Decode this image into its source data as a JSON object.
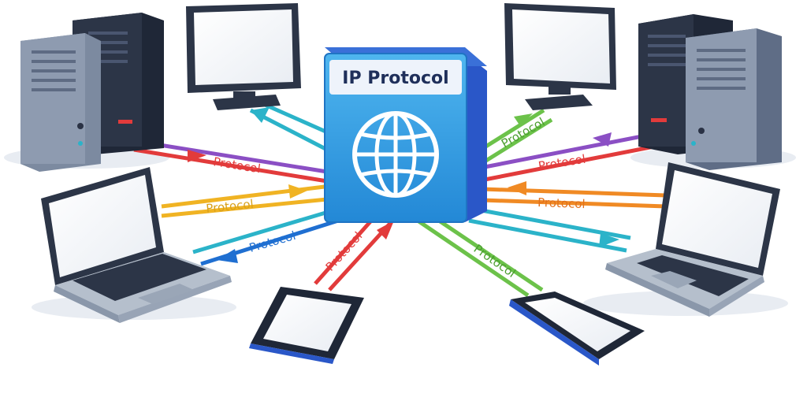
{
  "hub": {
    "title": "IP Protocol",
    "icon": "globe-icon"
  },
  "connections": [
    {
      "id": "server-left",
      "label": "Protocol",
      "color": "#e23b3b"
    },
    {
      "id": "server-left-2",
      "label": "",
      "color": "#8b4fc4"
    },
    {
      "id": "laptop-left",
      "label": "Protocol",
      "color": "#f0b323"
    },
    {
      "id": "laptop-left-2",
      "label": "Protocol",
      "color": "#1f6fd1"
    },
    {
      "id": "phone-left",
      "label": "Protocol",
      "color": "#e23b3b"
    },
    {
      "id": "phone-right",
      "label": "Protocol",
      "color": "#6cc24a"
    },
    {
      "id": "monitor-right",
      "label": "Protocol",
      "color": "#6cc24a"
    },
    {
      "id": "server-right",
      "label": "Protocol",
      "color": "#e23b3b"
    },
    {
      "id": "laptop-right",
      "label": "Protocol",
      "color": "#f08a24"
    },
    {
      "id": "laptop-right-2",
      "label": "",
      "color": "#2bb3c9"
    }
  ],
  "colors": {
    "hub_face": "#2f9fe0",
    "hub_side": "#2a57c8",
    "device_dark": "#2c3547",
    "device_light": "#8a97aa"
  }
}
